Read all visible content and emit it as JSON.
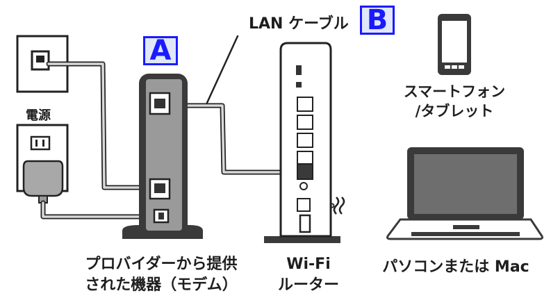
{
  "badges": {
    "modem": "A",
    "router": "B"
  },
  "labels": {
    "lan_cable": "LAN ケーブル",
    "power": "電源",
    "smartphone_line1": "スマートフォン",
    "smartphone_line2": "/タブレット",
    "modem_line1": "プロバイダーから提供",
    "modem_line2": "された機器（モデム）",
    "router_line1": "Wi-Fi",
    "router_line2": "ルーター",
    "computer": "パソコンまたは Mac"
  },
  "colors": {
    "badge_border": "#1a1aff",
    "badge_fill": "#dfe7f9",
    "device_dark": "#3a3a3a",
    "device_mid": "#9a9a9a",
    "laptop_screen": "#6e6e6e"
  },
  "icons": [
    "wall-phone-jack-icon",
    "power-outlet-icon",
    "ac-adapter-icon",
    "modem-icon",
    "router-icon",
    "smartphone-icon",
    "laptop-icon",
    "wifi-signal-icon"
  ]
}
